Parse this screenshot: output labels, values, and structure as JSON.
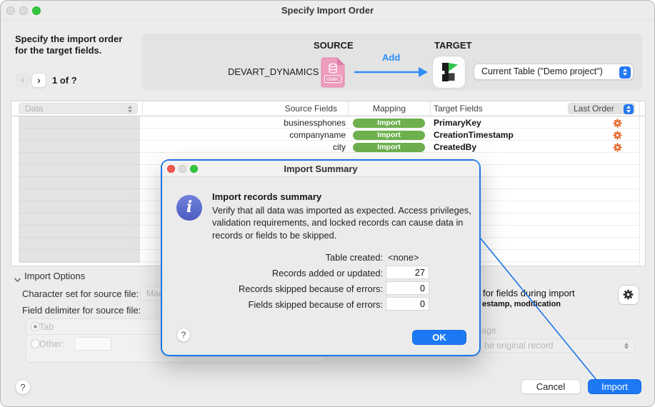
{
  "window": {
    "title": "Specify Import Order",
    "instruction": {
      "line1": "Specify the import order",
      "line2": "for the target fields."
    },
    "nav": {
      "position": "1 of ?"
    },
    "panel": {
      "source_label": "SOURCE",
      "target_label": "TARGET",
      "source_name": "DEVART_DYNAMICS",
      "odbc_badge": "ODBC",
      "add_label": "Add",
      "target_table": "Current Table (\"Demo project\")"
    }
  },
  "table": {
    "data_column_header": "Data",
    "headers": {
      "source": "Source Fields",
      "mapping": "Mapping",
      "target": "Target Fields",
      "order": "Last Order"
    },
    "rows": [
      {
        "source": "businessphones",
        "mapping": "Import",
        "target": "PrimaryKey"
      },
      {
        "source": "companyname",
        "mapping": "Import",
        "target": "CreationTimestamp"
      },
      {
        "source": "city",
        "mapping": "Import",
        "target": "CreatedBy"
      }
    ]
  },
  "options": {
    "section": "Import Options",
    "charset_label": "Character set for source file:",
    "charset_value": "Mac",
    "delimiter_label": "Field delimiter for source file:",
    "delimiters": {
      "tab": "Tab",
      "other": "Other:"
    },
    "auto_enter_fragment1": "for fields during import",
    "auto_enter_fragment2": "estamp, modification",
    "language_fragment": "age",
    "record_select_fragment": "he original record"
  },
  "summary_dialog": {
    "title": "Import Summary",
    "heading": "Import records summary",
    "body": "Verify that all data was imported as expected. Access privileges, validation requirements, and locked records can cause data in records or fields to be skipped.",
    "stats": [
      {
        "label": "Table created:",
        "value": "<none>"
      },
      {
        "label": "Records added or updated:",
        "value": "27"
      },
      {
        "label": "Records skipped because of errors:",
        "value": "0"
      },
      {
        "label": "Fields skipped because of errors:",
        "value": "0"
      }
    ],
    "help": "?",
    "ok": "OK"
  },
  "footer": {
    "help": "?",
    "cancel": "Cancel",
    "import": "Import"
  },
  "colors": {
    "accent_blue": "#2e7ef3",
    "pill_green": "#6db04d",
    "gear_orange": "#e8672b",
    "annotation_blue": "#1b74e8",
    "info_icon_blue": "#5468cb"
  }
}
